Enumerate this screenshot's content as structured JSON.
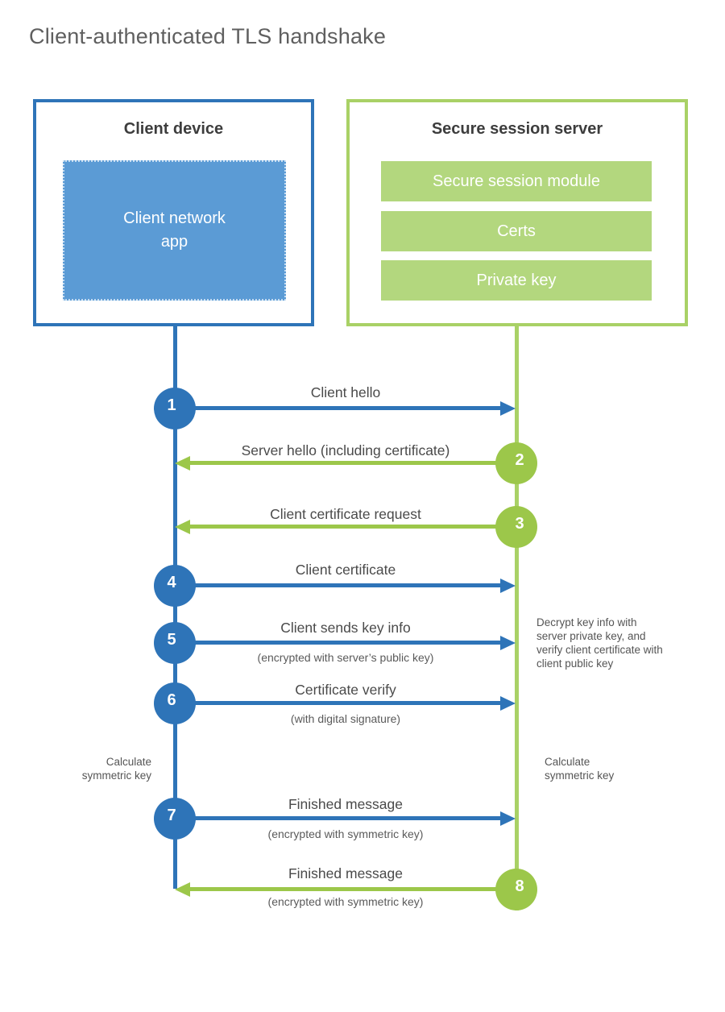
{
  "page": {
    "title": "Client-authenticated TLS handshake"
  },
  "colors": {
    "blue": "#2e74b8",
    "blue_fill": "#5b9bd5",
    "green": "#9cc74a",
    "green_border": "#a9d166",
    "green_fill": "#b3d77e",
    "text_dark": "#3d3d3d",
    "text_label": "#4a4a4a",
    "text_gray": "#5a5a5a",
    "title_gray": "#5f5f5f"
  },
  "client": {
    "title": "Client device",
    "app_label": "Client network\napp"
  },
  "server": {
    "title": "Secure session server",
    "modules": [
      "Secure session module",
      "Certs",
      "Private key"
    ]
  },
  "steps": [
    {
      "number": "1",
      "actor": "client",
      "direction": "right",
      "label": "Client hello",
      "sublabel": ""
    },
    {
      "number": "2",
      "actor": "server",
      "direction": "left",
      "label": "Server hello (including certificate)",
      "sublabel": ""
    },
    {
      "number": "3",
      "actor": "server",
      "direction": "left",
      "label": "Client certificate request",
      "sublabel": ""
    },
    {
      "number": "4",
      "actor": "client",
      "direction": "right",
      "label": "Client certificate",
      "sublabel": ""
    },
    {
      "number": "5",
      "actor": "client",
      "direction": "right",
      "label": "Client sends key info",
      "sublabel": "(encrypted with server’s public key)"
    },
    {
      "number": "6",
      "actor": "client",
      "direction": "right",
      "label": "Certificate verify",
      "sublabel": "(with digital signature)"
    },
    {
      "number": "7",
      "actor": "client",
      "direction": "right",
      "label": "Finished message",
      "sublabel": "(encrypted with symmetric key)"
    },
    {
      "number": "8",
      "actor": "server",
      "direction": "left",
      "label": "Finished message",
      "sublabel": "(encrypted with symmetric key)"
    }
  ],
  "notes": {
    "decrypt": "Decrypt key info with server private key, and verify client certificate with client public key",
    "calc_left": "Calculate symmetric key",
    "calc_right": "Calculate symmetric key"
  }
}
